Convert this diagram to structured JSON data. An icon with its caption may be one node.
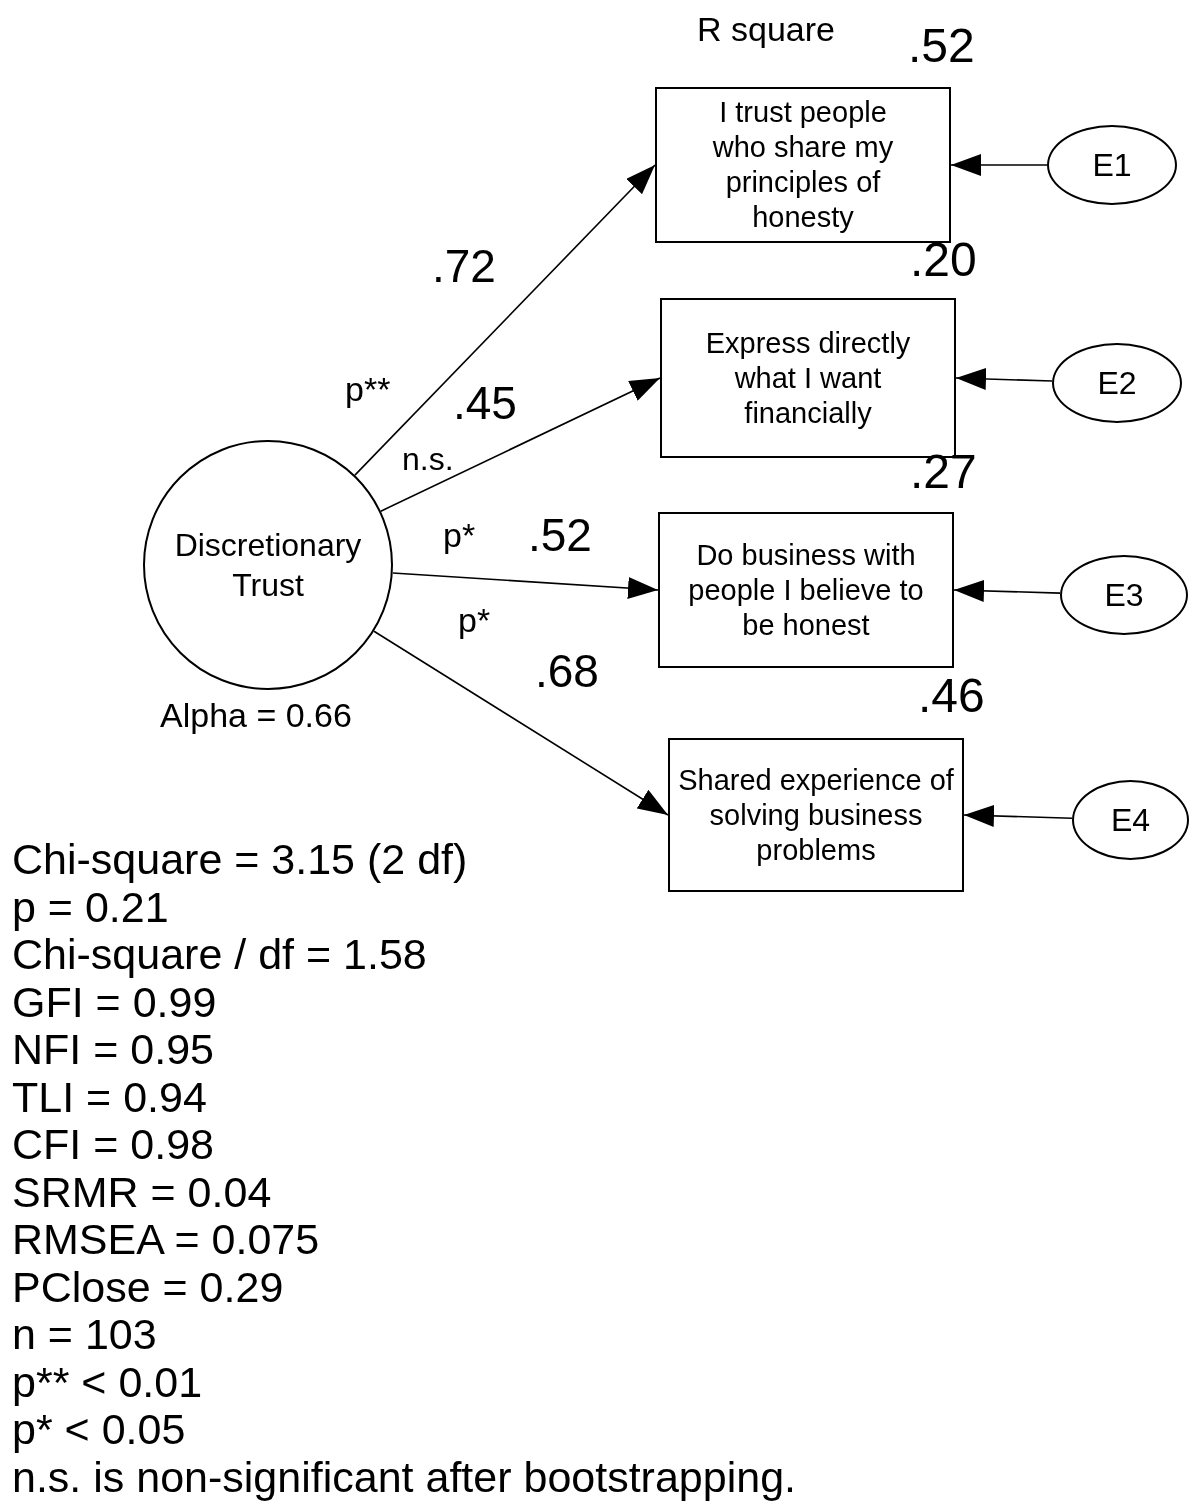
{
  "diagram": {
    "nodes": [
      {
        "text": [
          "Discretionary Trust"
        ],
        "beside": [
          "Alpha = 0.66"
        ]
      },
      {
        "text": [
          "I trust people who share my principles of honesty"
        ],
        "beside": [
          ".52"
        ]
      },
      {
        "text": [
          "Express directly what I want financially"
        ],
        "beside": [
          ".20"
        ]
      },
      {
        "text": [
          "Do business with people I believe to be honest"
        ],
        "beside": [
          ".27"
        ]
      },
      {
        "text": [
          "Shared experience of solving business problems"
        ],
        "beside": [
          ".46"
        ]
      },
      {
        "text": [
          "E1"
        ]
      },
      {
        "text": [
          "E2"
        ]
      },
      {
        "text": [
          "E3"
        ]
      },
      {
        "text": [
          "E4"
        ]
      }
    ],
    "edges": [
      {
        "from": 0,
        "to": 1,
        "arrow": "to",
        "label": ".72"
      },
      {
        "from": 0,
        "to": 2,
        "arrow": "to",
        "label": ".45"
      },
      {
        "from": 0,
        "to": 3,
        "arrow": "to",
        "label": ".52"
      },
      {
        "from": 0,
        "to": 4,
        "arrow": "to",
        "label": ".68"
      },
      {
        "from": 5,
        "to": 1,
        "arrow": "to"
      },
      {
        "from": 6,
        "to": 2,
        "arrow": "to"
      },
      {
        "from": 7,
        "to": 3,
        "arrow": "to"
      },
      {
        "from": 8,
        "to": 4,
        "arrow": "to"
      }
    ],
    "labels": [
      "R square",
      "p**",
      "n.s.",
      "p*",
      "p*",
      "Chi-square = 3.15 (2 df)",
      "p = 0.21",
      "Chi-square / df = 1.58",
      "GFI = 0.99",
      "NFI = 0.95",
      "TLI = 0.94",
      "CFI = 0.98",
      "SRMR = 0.04",
      "RMSEA = 0.075",
      "PClose = 0.29",
      "n = 103",
      "p** < 0.01",
      "p* < 0.05",
      "n.s. is non-significant after bootstrapping."
    ]
  }
}
